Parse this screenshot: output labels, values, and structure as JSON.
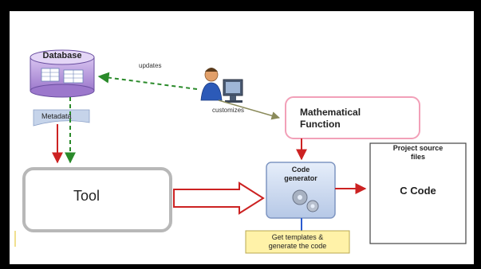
{
  "diagram": {
    "database_label": "Database",
    "metadata_label": "Metadata",
    "updates_label": "updates",
    "customizes_label": "customizes",
    "math_function_label_line1": "Mathematical",
    "math_function_label_line2": "Function",
    "tool_label": "Tool",
    "code_generator_line1": "Code",
    "code_generator_line2": "generator",
    "project_source_line1": "Project source",
    "project_source_line2": "files",
    "c_code_label": "C Code",
    "templates_line1": "Get templates &",
    "templates_line2": "generate the code"
  },
  "colors": {
    "database_fill": "#b89ad8",
    "database_stroke": "#6a4fa0",
    "metadata_fill": "#c6d4ea",
    "red_arrow": "#cc2222",
    "green_dashed": "#2a8a2a",
    "math_box_border": "#f2a0b8",
    "tool_box_border": "#b8b8b8",
    "templates_fill": "#fff2a8",
    "generator_fill": "#cfdcf2"
  }
}
